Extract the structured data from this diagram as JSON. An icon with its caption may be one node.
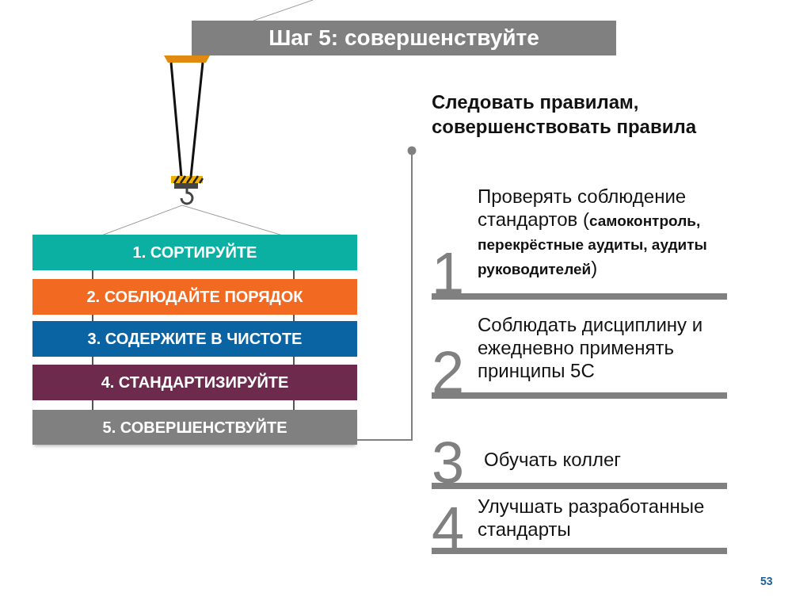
{
  "diagram": {
    "title": "Шаг 5: совершенствуйте",
    "nodes": [
      {
        "text": [
          "1. СОРТИРУЙТЕ"
        ]
      },
      {
        "text": [
          "2. СОБЛЮДАЙТЕ ПОРЯДОК"
        ]
      },
      {
        "text": [
          "3. СОДЕРЖИТЕ В ЧИСТОТЕ"
        ]
      },
      {
        "text": [
          "4. СТАНДАРТИЗИРУЙТЕ"
        ]
      },
      {
        "text": [
          "5. СОВЕРШЕНСТВУЙТЕ"
        ]
      },
      {
        "text": [
          "1",
          "Проверять соблюдение стандартов (**самоконтроль, перекрёстные аудиты, аудиты руководителей**)"
        ]
      },
      {
        "text": [
          "2",
          "Соблюдать дисциплину и ежедневно применять принципы 5С"
        ]
      },
      {
        "text": [
          "3",
          "Обучать коллег"
        ]
      },
      {
        "text": [
          "4",
          "Улучшать разработанные стандарты"
        ]
      }
    ],
    "edges": [
      {
        "from": null,
        "to": 4,
        "arrow": "other"
      }
    ],
    "labels": [
      "Следовать правилам, совершенствовать правила",
      "53"
    ]
  }
}
